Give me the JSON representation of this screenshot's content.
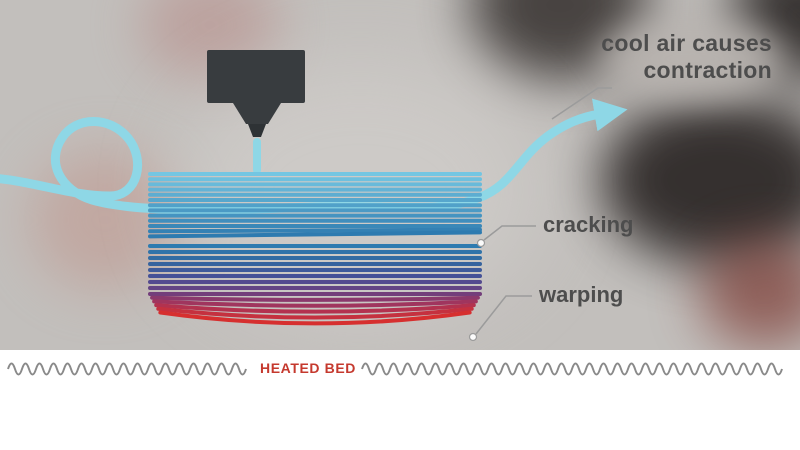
{
  "diagram": {
    "cool_air_label": {
      "line1": "cool air causes",
      "line2": "contraction"
    },
    "cracking_label": "cracking",
    "warping_label": "warping",
    "heated_bed_label": "HEATED BED"
  },
  "colors": {
    "cool_air_arrow": "#8ed7e6",
    "label_text": "#4d4d4d",
    "heated_bed_text": "#c5392e",
    "layer_top_blue": "#74c6e2",
    "layer_deep_blue": "#2e7bb0",
    "layer_bottom_red": "#d62f2f",
    "nozzle_body": "#383c3f",
    "heater_wave": "#8a8a8a"
  }
}
